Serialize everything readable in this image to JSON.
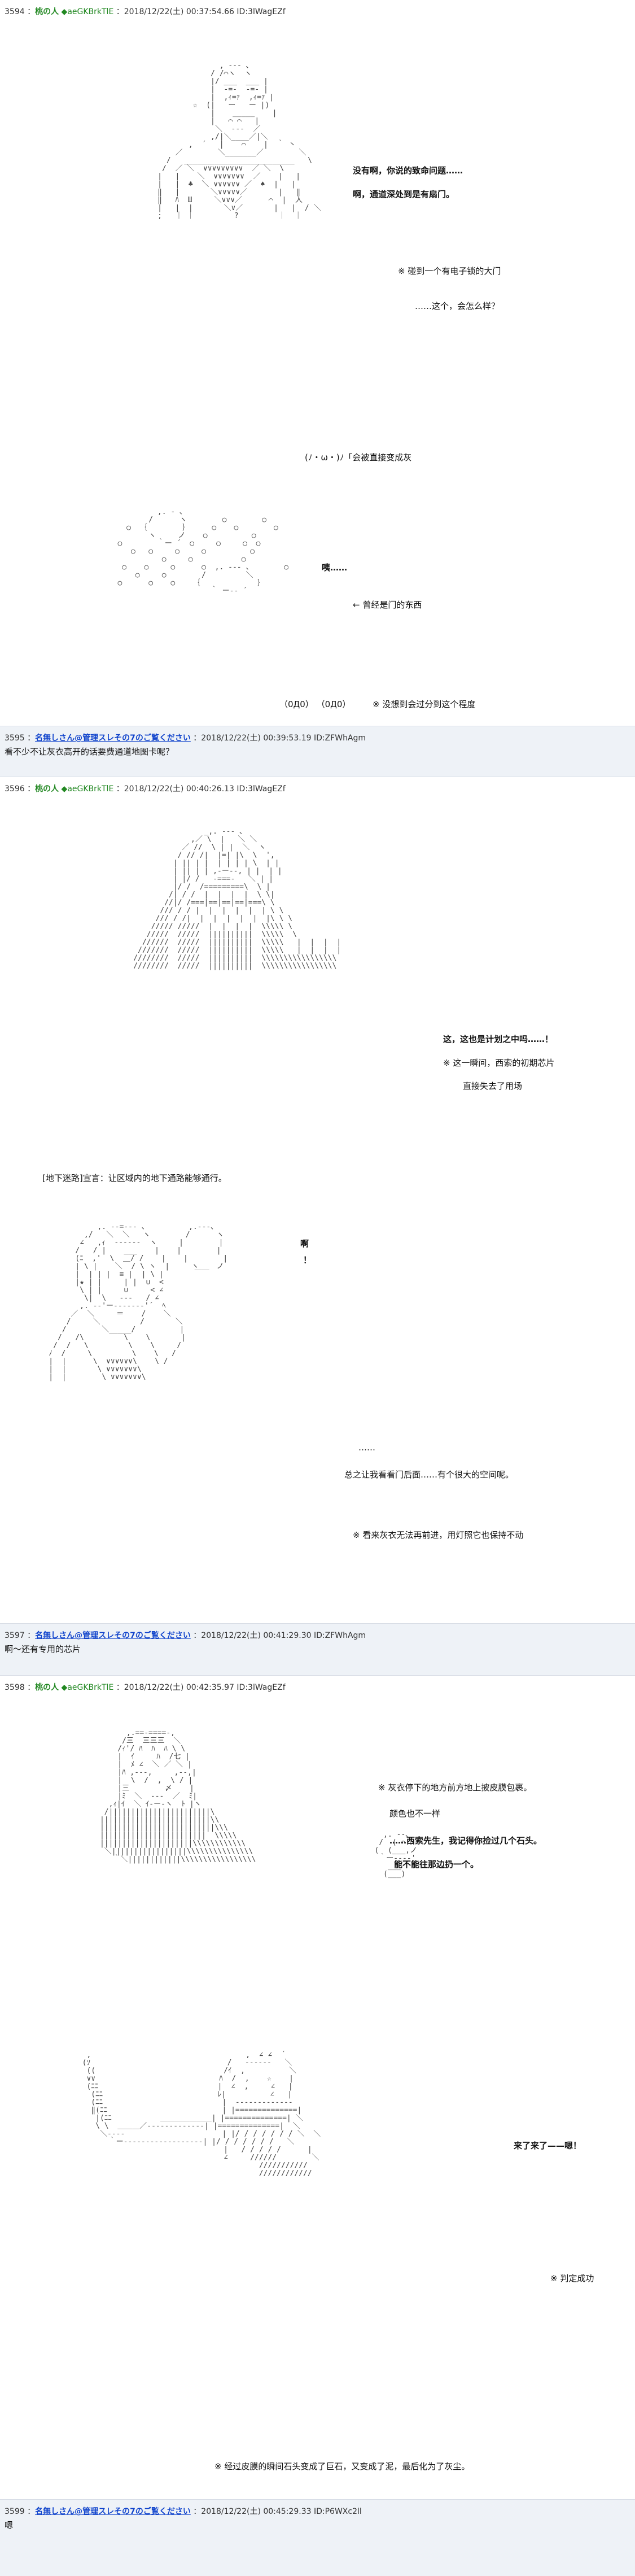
{
  "posts": [
    {
      "number": "3594",
      "name": "桃の人",
      "trip": "◆aeGKBrkTlE",
      "date": "2018/12/22(土) 00:37:54.66",
      "id": "ID:3lWagEZf",
      "lines": [
        "没有啊，你说的致命问题……",
        "啊，通道深处到是有扇门。",
        "※ 碰到一个有电子锁的大门",
        "……这个，会怎么样？",
        "(ﾉ・ω・)ﾉ「会被直接变成灰",
        "咦……",
        "← 曾经是门的东西",
        "（0Д0）  （0Д0）",
        "※ 没想到会过分到这个程度"
      ]
    },
    {
      "number": "3595",
      "name": "名無しさん@管理スレその7のご覧ください",
      "date": "2018/12/22(土) 00:39:53.19",
      "id": "ID:ZFWhAgm",
      "lines": [
        "看不少不让灰衣高开的话要费通道地图卡呢？"
      ]
    },
    {
      "number": "3596",
      "name": "桃の人",
      "trip": "◆aeGKBrkTlE",
      "date": "2018/12/22(土) 00:40:26.13",
      "id": "ID:3lWagEZf",
      "lines": [
        "这，这也是计划之中吗……！",
        "※ 这一瞬间，西索的初期芯片",
        "直接失去了用场",
        "[地下迷路]宣言：让区域内的地下通路能够通行。",
        "啊",
        "！",
        "……",
        "总之让我看看门后面……有个很大的空间呢。",
        "※ 看来灰衣无法再前进，用灯照它也保持不动"
      ]
    },
    {
      "number": "3597",
      "name": "名無しさん@管理スレその7のご覧ください",
      "date": "2018/12/22(土) 00:41:29.30",
      "id": "ID:ZFWhAgm",
      "lines": [
        "啊～还有专用的芯片"
      ]
    },
    {
      "number": "3598",
      "name": "桃の人",
      "trip": "◆aeGKBrkTlE",
      "date": "2018/12/22(土) 00:42:35.97",
      "id": "ID:3lWagEZf",
      "lines": [
        "※ 灰衣停下的地方前方地上披皮膜包裹。",
        "颜色也不一样",
        "……西索先生，我记得你捡过几个石头。",
        "能不能往那边扔一个。",
        "来了来了——嗯！",
        "※ 判定成功",
        "※ 经过皮膜的瞬间石头变成了巨石，又变成了泥，最后化为了灰尘。"
      ]
    },
    {
      "number": "3599",
      "name": "名無しさん@管理スレその7のご覧ください",
      "date": "2018/12/22(土) 00:45:29.33",
      "id": "ID:P6WXc2ll",
      "lines": [
        "嗯"
      ]
    }
  ]
}
